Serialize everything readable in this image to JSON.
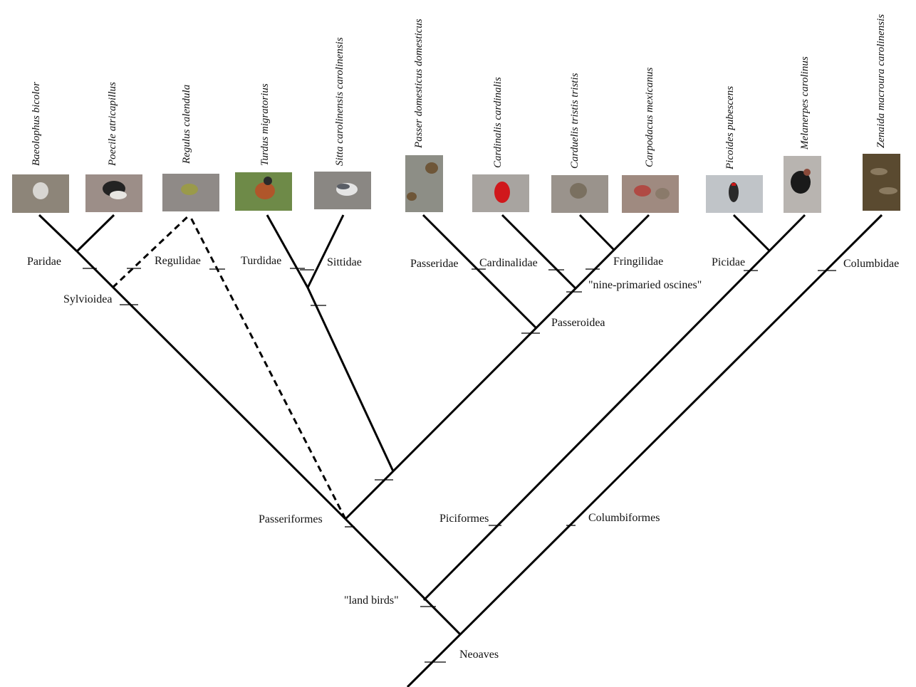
{
  "species": [
    {
      "name": "Baeolophus bicolor",
      "photo": {
        "bg": "#8d8579",
        "subject": "#d8d6d2"
      }
    },
    {
      "name": "Poecile atricapillus",
      "photo": {
        "bg": "#9c8e88",
        "subject": "#232323"
      }
    },
    {
      "name": "Regulus calendula",
      "photo": {
        "bg": "#8f8a87",
        "subject": "#9a9a4a"
      }
    },
    {
      "name": "Turdus migratorius",
      "photo": {
        "bg": "#6e8a48",
        "subject": "#b0562a"
      }
    },
    {
      "name": "Sitta carolinensis carolinensis",
      "photo": {
        "bg": "#8a8783",
        "subject": "#e4e4e4"
      }
    },
    {
      "name": "Passer domesticus domesticus",
      "photo": {
        "bg": "#8d8e86",
        "subject": "#6e5638"
      }
    },
    {
      "name": "Cardinalis cardinalis",
      "photo": {
        "bg": "#a8a4a0",
        "subject": "#d0181c"
      }
    },
    {
      "name": "Carduelis tristis tristis",
      "photo": {
        "bg": "#9a938c",
        "subject": "#7a7060"
      }
    },
    {
      "name": "Carpodacus mexicanus",
      "photo": {
        "bg": "#9f8a80",
        "subject": "#b04a44"
      }
    },
    {
      "name": "Picoides pubescens",
      "photo": {
        "bg": "#c0c4c8",
        "subject": "#2a2a2a"
      }
    },
    {
      "name": "Melanerpes carolinus",
      "photo": {
        "bg": "#b8b4b0",
        "subject": "#1a1a1a"
      }
    },
    {
      "name": "Zenaida macroura carolinensis",
      "photo": {
        "bg": "#5a4a30",
        "subject": "#8a7a60"
      }
    }
  ],
  "clades": {
    "paridae": "Paridae",
    "regulidae": "Regulidae",
    "turdidae": "Turdidae",
    "sittidae": "Sittidae",
    "passeridae": "Passeridae",
    "cardinalidae": "Cardinalidae",
    "fringilidae": "Fringilidae",
    "picidae": "Picidae",
    "columbidae": "Columbidae",
    "sylvioidea": "Sylvioidea",
    "nine_primaried": "\"nine-primaried oscines\"",
    "passeroidea": "Passeroidea",
    "passeriformes": "Passeriformes",
    "piciformes": "Piciformes",
    "columbiformes": "Columbiformes",
    "land_birds": "\"land birds\"",
    "neoaves": "Neoaves"
  }
}
